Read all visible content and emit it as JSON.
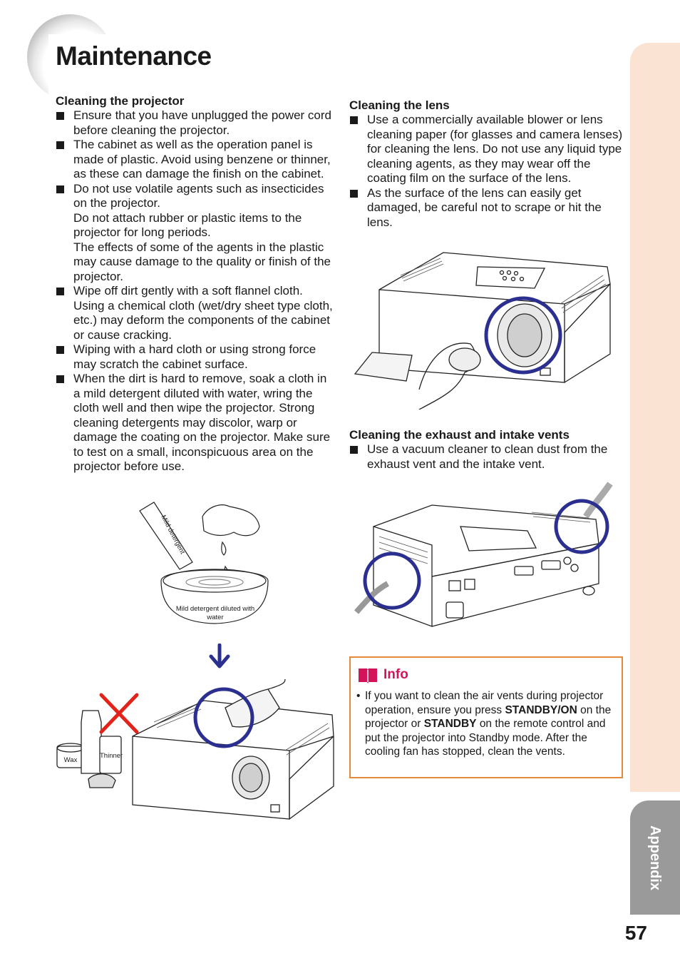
{
  "page": {
    "title": "Maintenance",
    "page_number": "57",
    "side_tab": "Appendix"
  },
  "left": {
    "heading": "Cleaning the projector",
    "items": [
      {
        "text": "Ensure that you have unplugged the power cord before cleaning the projector."
      },
      {
        "text": "The cabinet as well as the operation panel is made of plastic. Avoid using benzene or thinner, as these can damage the finish on the cabinet."
      },
      {
        "text": "Do not use volatile agents such as insecticides on the projector.",
        "p2": "Do not attach rubber or plastic items to the projector for long periods.",
        "p3": "The effects of some of the agents in the plastic may cause damage to the quality or finish of the projector."
      },
      {
        "text": "Wipe off dirt gently with a soft flannel cloth. Using a chemical cloth (wet/dry sheet type cloth, etc.) may deform the components of the cabinet or cause cracking."
      },
      {
        "text": "Wiping with a hard cloth or using strong force may scratch the cabinet surface."
      },
      {
        "text": "When the dirt is hard to remove, soak a cloth in a mild detergent diluted with water, wring the cloth well and then wipe the projector. Strong cleaning detergents may discolor, warp or damage the coating on the projector. Make sure to test on a small, inconspicuous area on the projector before use."
      }
    ],
    "illustration_labels": {
      "bottle": "Mild detergent",
      "bowl": "Mild detergent diluted with water",
      "wax": "Wax",
      "thinner": "Thinner"
    }
  },
  "right": {
    "lens": {
      "heading": "Cleaning the lens",
      "items": [
        "Use a commercially available blower or lens cleaning paper (for glasses and camera lenses) for cleaning the lens. Do not use any liquid type cleaning agents, as they may wear off the coating film on the surface of the lens.",
        "As the surface of the lens can easily get damaged, be careful not to scrape or hit the lens."
      ]
    },
    "vents": {
      "heading": "Cleaning the exhaust and intake vents",
      "items": [
        "Use a vacuum cleaner to clean dust from the exhaust vent and the intake vent."
      ]
    }
  },
  "info": {
    "label": "Info",
    "t1": "If you want to clean the air vents during projector operation, ensure you press",
    "b1": "STANDBY/ON",
    "t2": "on the projector or",
    "b2": "STANDBY",
    "t3": "on the remote control and put the projector into Standby mode. After the cooling fan has stopped, clean the vents."
  },
  "colors": {
    "accent_magenta": "#d4145a",
    "info_border": "#e58a3b",
    "sidebar_peach": "#fbe3d3",
    "tab_gray": "#9a9a9a",
    "highlight_circle": "#2b2f8f",
    "warning_x": "#e2231a"
  }
}
